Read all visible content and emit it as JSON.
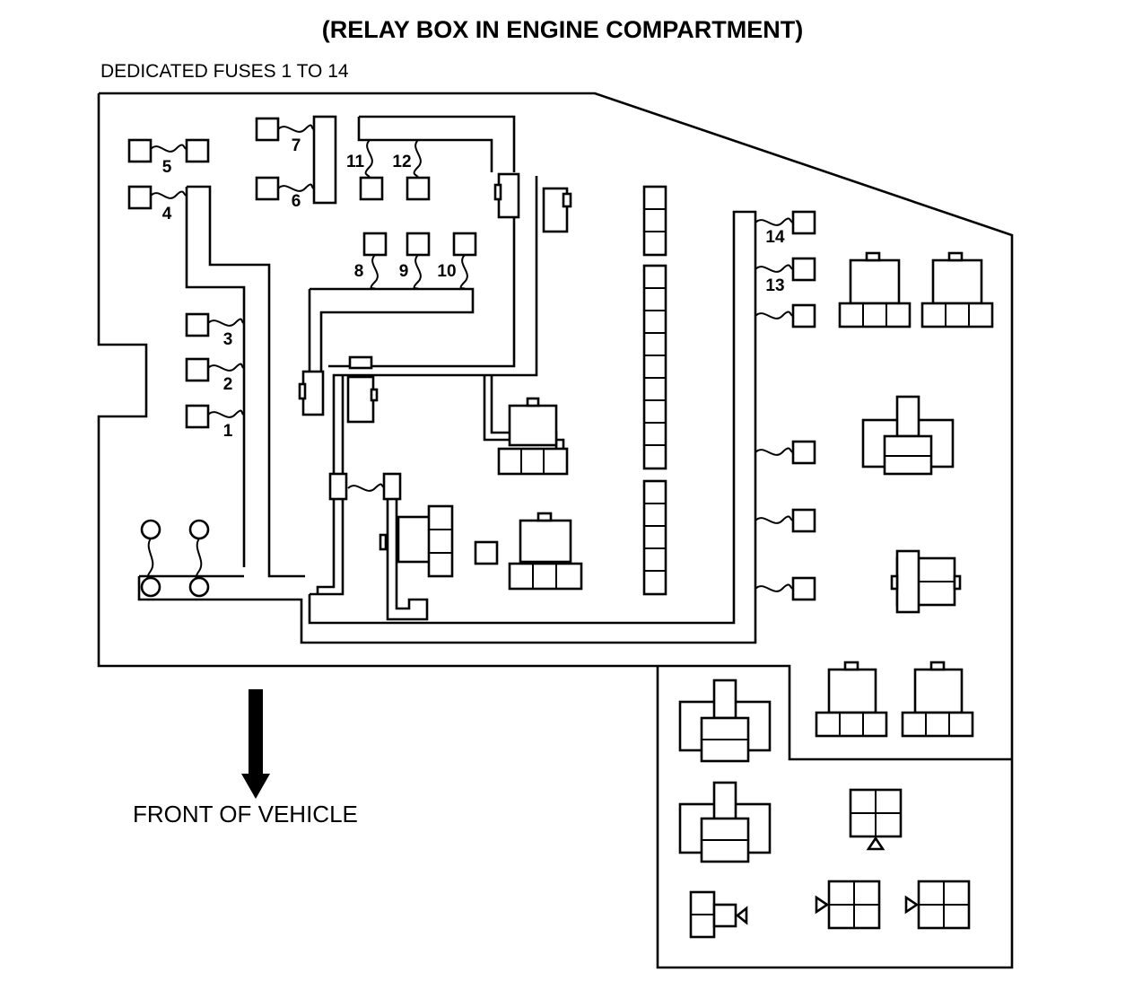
{
  "diagram": {
    "title": "(RELAY BOX IN ENGINE COMPARTMENT)",
    "subtitle": "DEDICATED FUSES 1 TO 14",
    "direction_label": "FRONT OF VEHICLE",
    "fuse_labels": {
      "f1": "1",
      "f2": "2",
      "f3": "3",
      "f4": "4",
      "f5": "5",
      "f6": "6",
      "f7": "7",
      "f8": "8",
      "f9": "9",
      "f10": "10",
      "f11": "11",
      "f12": "12",
      "f13": "13",
      "f14": "14"
    }
  }
}
